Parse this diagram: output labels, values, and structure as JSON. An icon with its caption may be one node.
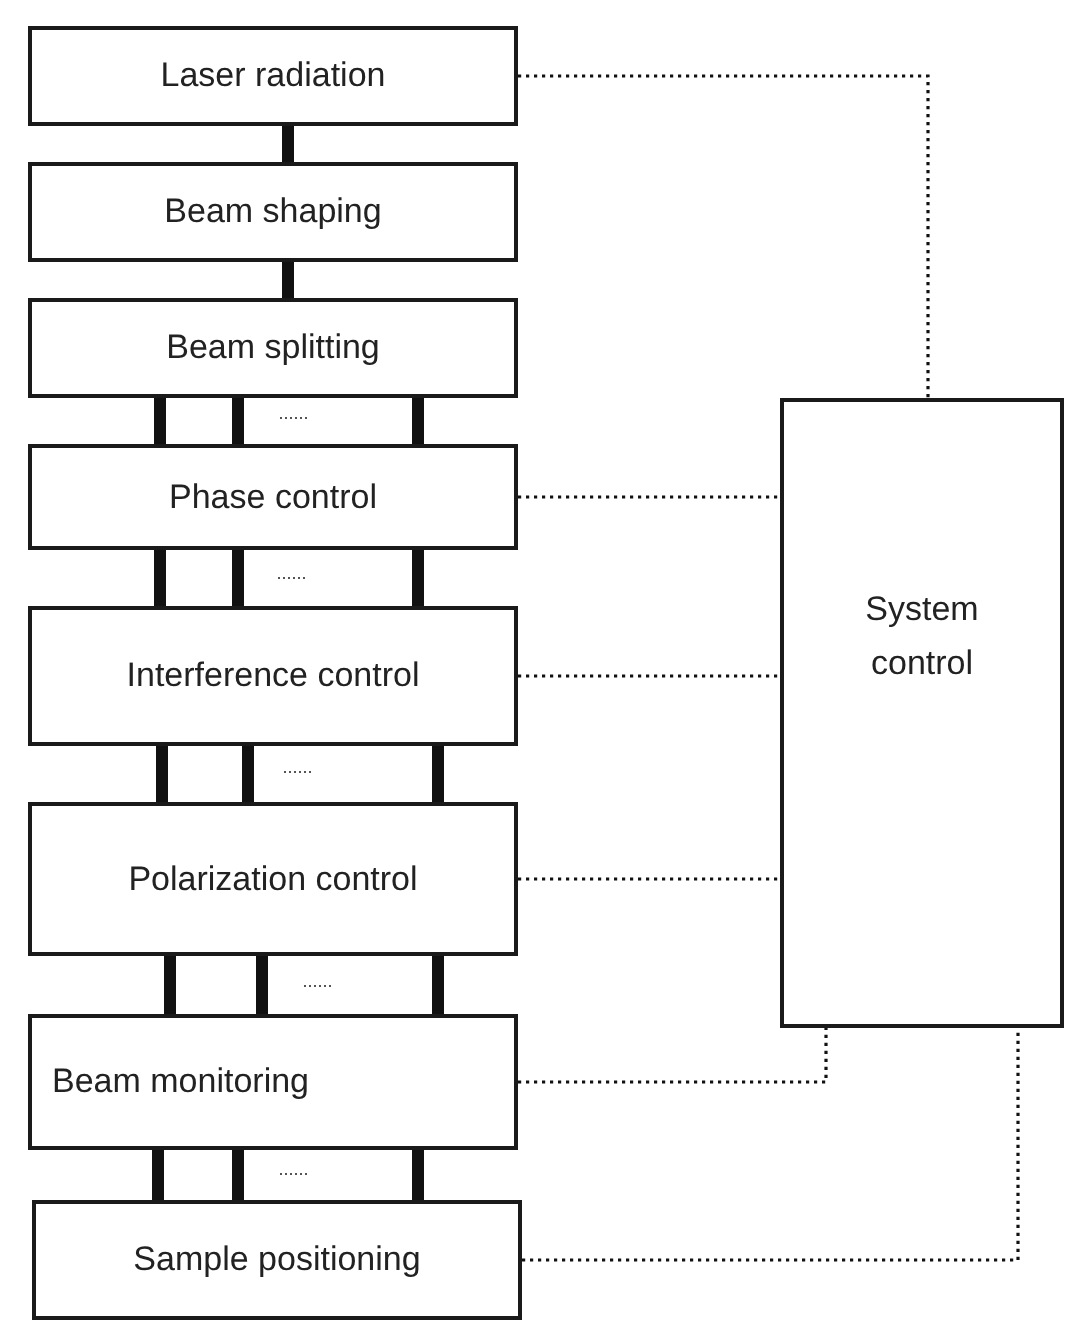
{
  "diagram": {
    "nodes": [
      {
        "text": [
          "Laser radiation"
        ]
      },
      {
        "text": [
          "Beam shaping"
        ]
      },
      {
        "text": [
          "Beam splitting"
        ]
      },
      {
        "text": [
          "Phase control"
        ]
      },
      {
        "text": [
          "Interference control"
        ]
      },
      {
        "text": [
          "Polarization control"
        ]
      },
      {
        "text": [
          "Beam monitoring"
        ]
      },
      {
        "text": [
          "Sample positioning"
        ]
      },
      {
        "text": [
          "System control"
        ]
      }
    ],
    "edges": [
      {
        "from": 0,
        "to": 1,
        "arrow": "none"
      },
      {
        "from": 1,
        "to": 2,
        "arrow": "none"
      },
      {
        "from": 2,
        "to": 3,
        "arrow": "none"
      },
      {
        "from": 2,
        "to": 3,
        "arrow": "none"
      },
      {
        "from": 2,
        "to": 3,
        "arrow": "none"
      },
      {
        "from": 3,
        "to": 4,
        "arrow": "none"
      },
      {
        "from": 3,
        "to": 4,
        "arrow": "none"
      },
      {
        "from": 3,
        "to": 4,
        "arrow": "none"
      },
      {
        "from": 4,
        "to": 5,
        "arrow": "none"
      },
      {
        "from": 4,
        "to": 5,
        "arrow": "none"
      },
      {
        "from": 4,
        "to": 5,
        "arrow": "none"
      },
      {
        "from": 5,
        "to": 6,
        "arrow": "none"
      },
      {
        "from": 5,
        "to": 6,
        "arrow": "none"
      },
      {
        "from": 5,
        "to": 6,
        "arrow": "none"
      },
      {
        "from": 6,
        "to": 7,
        "arrow": "none"
      },
      {
        "from": 6,
        "to": 7,
        "arrow": "none"
      },
      {
        "from": 6,
        "to": 7,
        "arrow": "none"
      },
      {
        "from": 0,
        "to": 8,
        "arrow": "none",
        "style": "dashed"
      },
      {
        "from": 3,
        "to": 8,
        "arrow": "none",
        "style": "dashed"
      },
      {
        "from": 4,
        "to": 8,
        "arrow": "none",
        "style": "dashed"
      },
      {
        "from": 5,
        "to": 8,
        "arrow": "none",
        "style": "dashed"
      },
      {
        "from": 6,
        "to": 8,
        "arrow": "none",
        "style": "dashed"
      },
      {
        "from": 7,
        "to": 8,
        "arrow": "none",
        "style": "dashed"
      }
    ]
  }
}
